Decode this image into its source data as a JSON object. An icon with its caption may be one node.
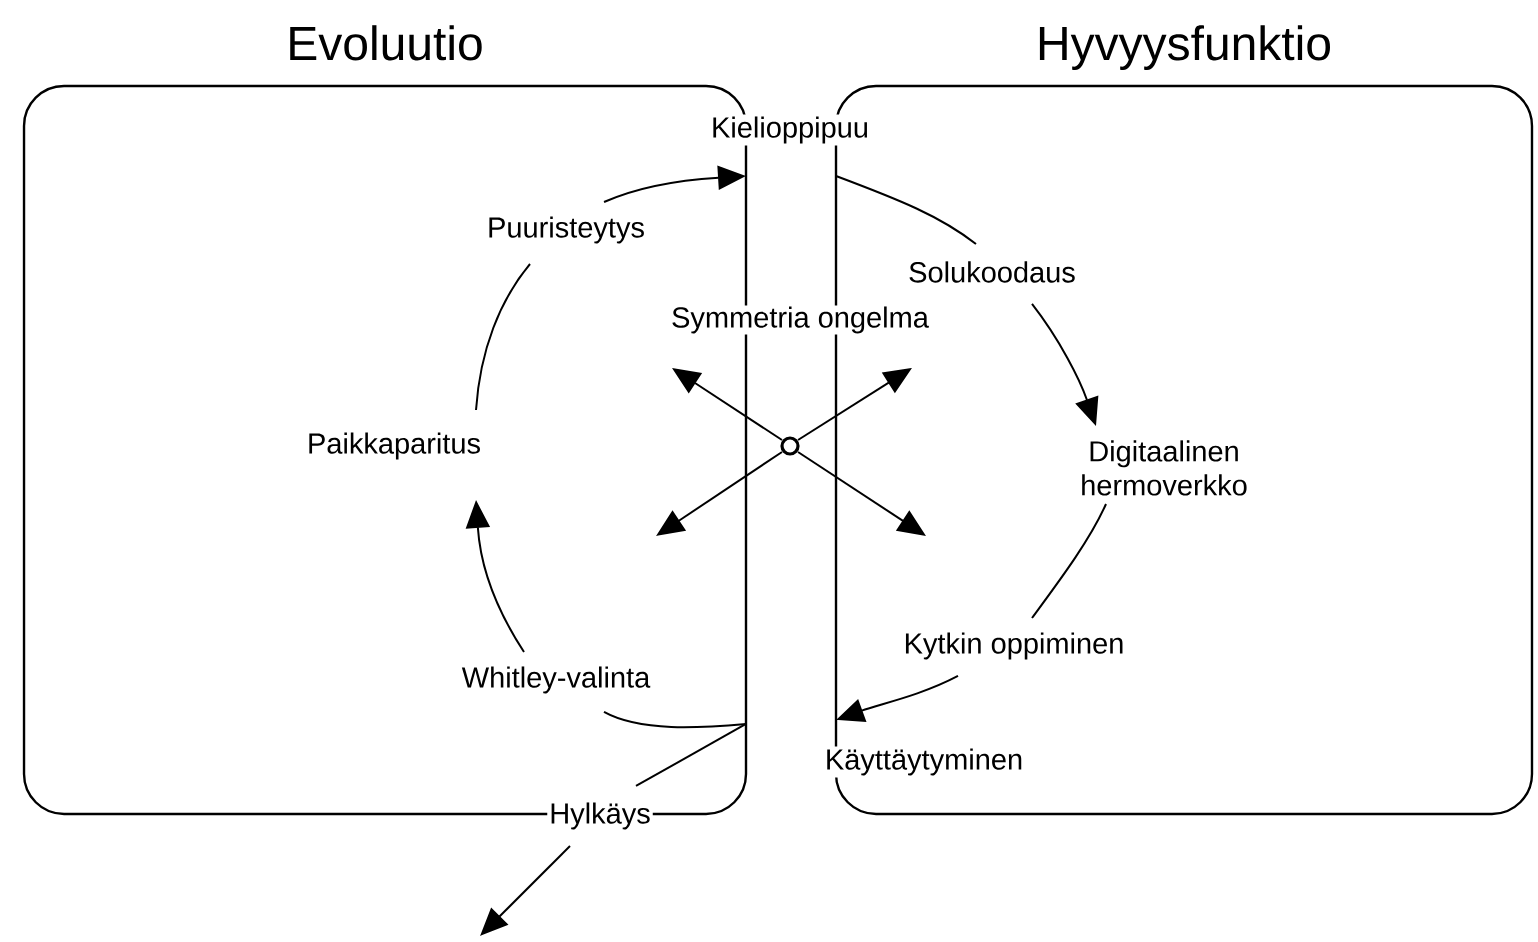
{
  "diagram": {
    "nodes": [
      {
        "text": [
          "Evoluutio"
        ]
      },
      {
        "text": [
          "Hyvyysfunktio"
        ]
      },
      {
        "text": [
          "Kielioppipuu"
        ]
      },
      {
        "text": [
          "Puuristeytys"
        ],
        "in": 0
      },
      {
        "text": [
          "Paikkaparitus"
        ],
        "in": 0
      },
      {
        "text": [
          "Whitley-valinta"
        ],
        "in": 0
      },
      {
        "text": [
          "Käyttäytyminen"
        ]
      },
      {
        "text": [
          "Hylkäys"
        ]
      },
      {
        "text": [
          "Solukoodaus"
        ],
        "in": 1
      },
      {
        "text": [
          "Digitaalinen hermoverkko"
        ],
        "in": 1
      },
      {
        "text": [
          "Kytkin oppiminen"
        ],
        "in": 1
      },
      {
        "text": [],
        "shape": "circle"
      }
    ],
    "edges": [
      {
        "from": 4,
        "to": 3,
        "arrow": "none"
      },
      {
        "from": 3,
        "to": 2,
        "arrow": "to"
      },
      {
        "from": 2,
        "to": 8,
        "arrow": "none"
      },
      {
        "from": 8,
        "to": 9,
        "arrow": "to"
      },
      {
        "from": 9,
        "to": 10,
        "arrow": "none"
      },
      {
        "from": 10,
        "to": 6,
        "arrow": "to"
      },
      {
        "from": 6,
        "to": 5,
        "arrow": "none"
      },
      {
        "from": 5,
        "to": 4,
        "arrow": "to"
      },
      {
        "from": 6,
        "to": 7,
        "arrow": "none"
      },
      {
        "from": 7,
        "to": null,
        "arrow": "to"
      },
      {
        "from": 11,
        "to": null,
        "arrow": "to"
      },
      {
        "from": 11,
        "to": null,
        "arrow": "to"
      },
      {
        "from": 11,
        "to": null,
        "arrow": "to"
      },
      {
        "from": 11,
        "to": null,
        "arrow": "to"
      }
    ],
    "labels": [
      "Symmetria ongelma"
    ]
  }
}
